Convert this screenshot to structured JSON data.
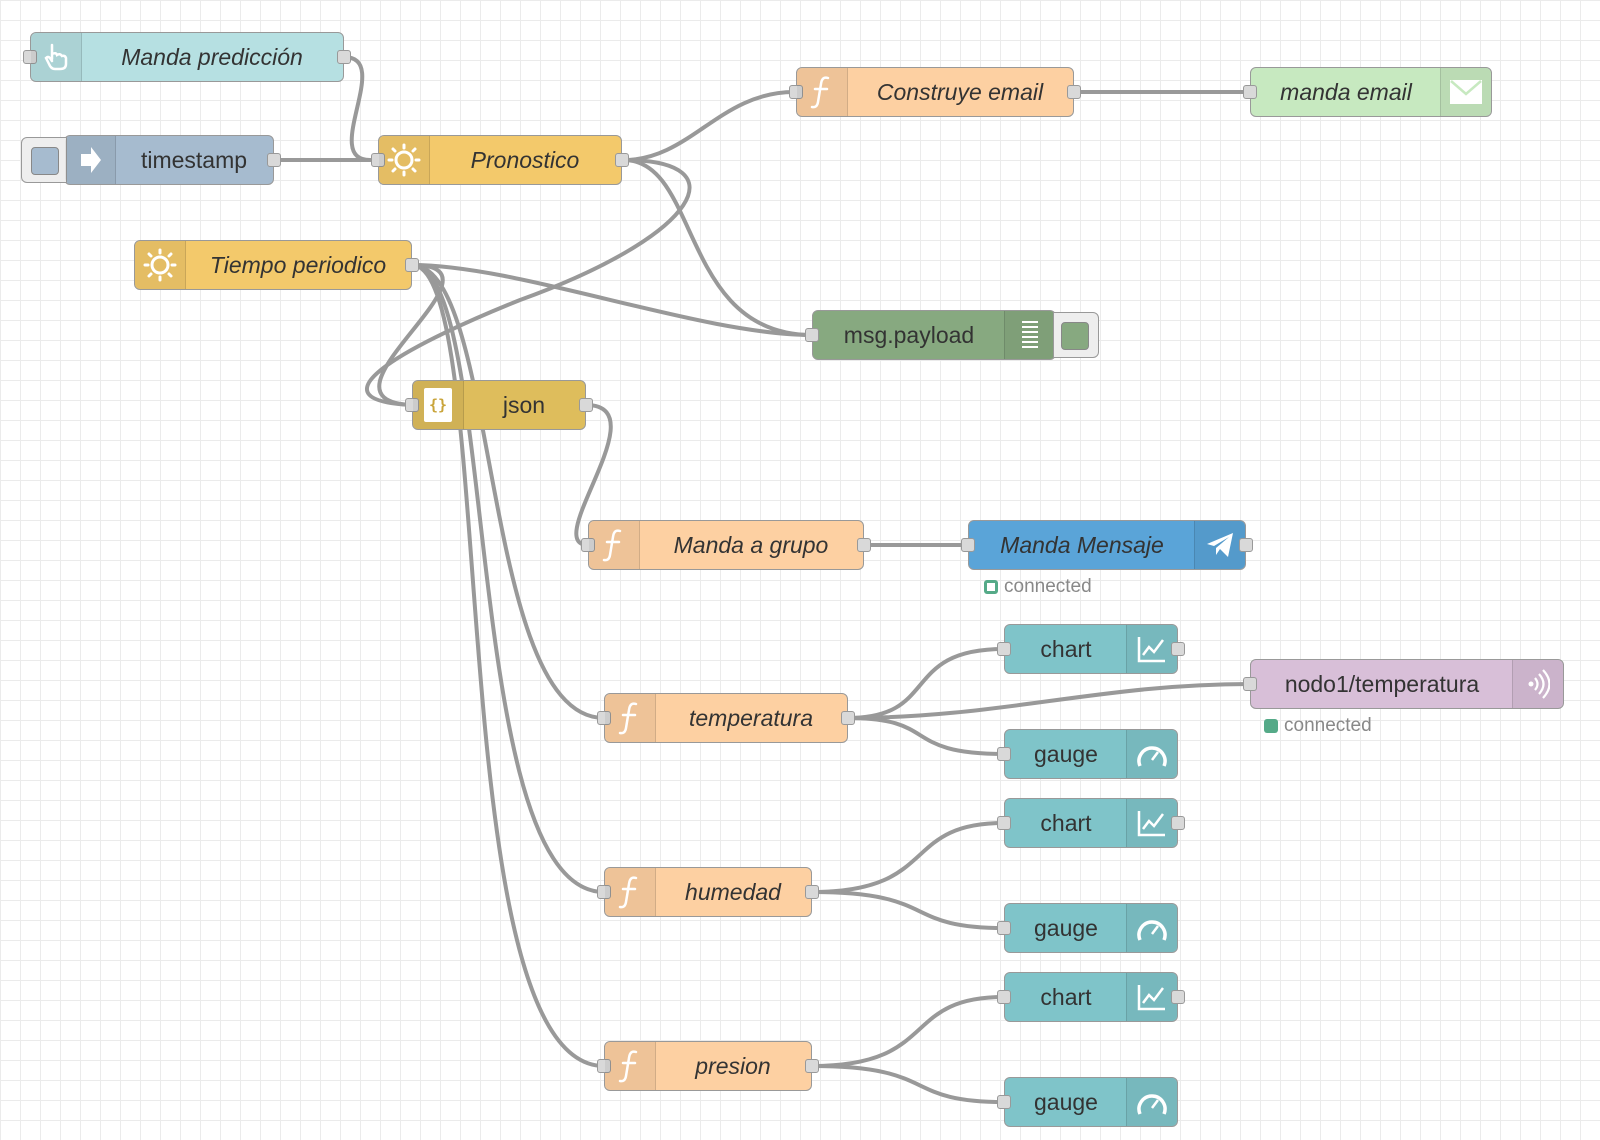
{
  "canvas": {
    "background": "#ffffff",
    "grid_color": "#ebebeb",
    "wire_color": "#999999"
  },
  "colors": {
    "inject": "#a6bbcf",
    "inject_button": "#b6e0e2",
    "function": "#fdd0a2",
    "weather": "#f3c96b",
    "json": "#debd5c",
    "debug": "#87a980",
    "email": "#c7e9c0",
    "telegram": "#5aa4d8",
    "dashboard": "#7fc4c9",
    "mqtt": "#d8bfd8",
    "status_green": "#55aa88"
  },
  "nodes": {
    "manda_prediccion": {
      "label": "Manda predicción",
      "icon": "hand-pointer-icon"
    },
    "timestamp": {
      "label": "timestamp",
      "icon": "arrow-right-icon"
    },
    "pronostico": {
      "label": "Pronostico",
      "icon": "sun-icon"
    },
    "construye_email": {
      "label": "Construye email",
      "icon": "function-icon"
    },
    "manda_email": {
      "label": "manda email",
      "icon": "envelope-icon"
    },
    "tiempo_periodico": {
      "label": "Tiempo periodico",
      "icon": "sun-icon"
    },
    "msg_payload": {
      "label": "msg.payload",
      "icon": "list-icon"
    },
    "json": {
      "label": "json",
      "icon": "json-icon",
      "icon_text": "{}"
    },
    "manda_a_grupo": {
      "label": "Manda a grupo",
      "icon": "function-icon"
    },
    "manda_mensaje": {
      "label": "Manda Mensaje",
      "icon": "telegram-plane-icon",
      "status": "connected"
    },
    "temperatura": {
      "label": "temperatura",
      "icon": "function-icon"
    },
    "humedad": {
      "label": "humedad",
      "icon": "function-icon"
    },
    "presion": {
      "label": "presion",
      "icon": "function-icon"
    },
    "chart_1": {
      "label": "chart",
      "icon": "chart-icon"
    },
    "gauge_1": {
      "label": "gauge",
      "icon": "gauge-icon"
    },
    "chart_2": {
      "label": "chart",
      "icon": "chart-icon"
    },
    "gauge_2": {
      "label": "gauge",
      "icon": "gauge-icon"
    },
    "chart_3": {
      "label": "chart",
      "icon": "chart-icon"
    },
    "gauge_3": {
      "label": "gauge",
      "icon": "gauge-icon"
    },
    "mqtt_out": {
      "label": "nodo1/temperatura",
      "icon": "wifi-signal-icon",
      "status": "connected"
    }
  }
}
